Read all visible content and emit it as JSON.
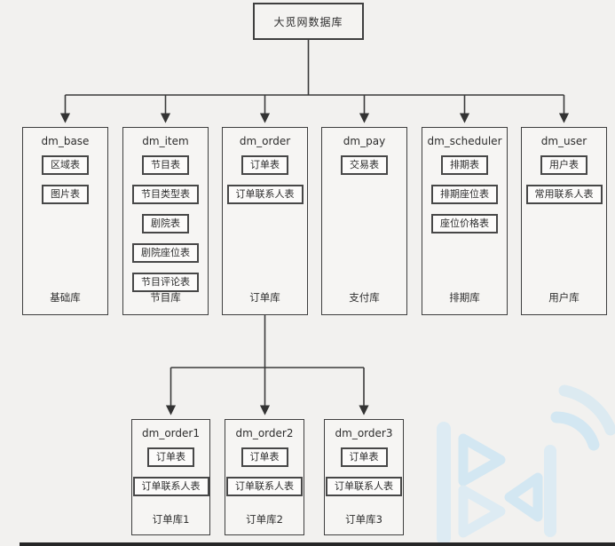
{
  "diagram": {
    "root": {
      "title": "大觅网数据库"
    },
    "databases": [
      {
        "name": "dm_base",
        "tables": [
          "区域表",
          "图片表"
        ],
        "footer": "基础库"
      },
      {
        "name": "dm_item",
        "tables": [
          "节目表",
          "节目类型表",
          "剧院表",
          "剧院座位表",
          "节目评论表"
        ],
        "footer": "节目库"
      },
      {
        "name": "dm_order",
        "tables": [
          "订单表",
          "订单联系人表"
        ],
        "footer": "订单库"
      },
      {
        "name": "dm_pay",
        "tables": [
          "交易表"
        ],
        "footer": "支付库"
      },
      {
        "name": "dm_scheduler",
        "tables": [
          "排期表",
          "排期座位表",
          "座位价格表"
        ],
        "footer": "排期库"
      },
      {
        "name": "dm_user",
        "tables": [
          "用户表",
          "常用联系人表"
        ],
        "footer": "用户库"
      }
    ],
    "shards": [
      {
        "name": "dm_order1",
        "tables": [
          "订单表",
          "订单联系人表"
        ],
        "footer": "订单库1"
      },
      {
        "name": "dm_order2",
        "tables": [
          "订单表",
          "订单联系人表"
        ],
        "footer": "订单库2"
      },
      {
        "name": "dm_order3",
        "tables": [
          "订单表",
          "订单联系人表"
        ],
        "footer": "订单库3"
      }
    ],
    "colors": {
      "background": "#f2f1ef",
      "connector_line": "#3a3a3a",
      "box_border": "#3f3f3f",
      "table_bg": "#fcfbfa",
      "watermark_blue": "#aedcf6"
    },
    "watermark_icon": "boxuegu-logo"
  }
}
